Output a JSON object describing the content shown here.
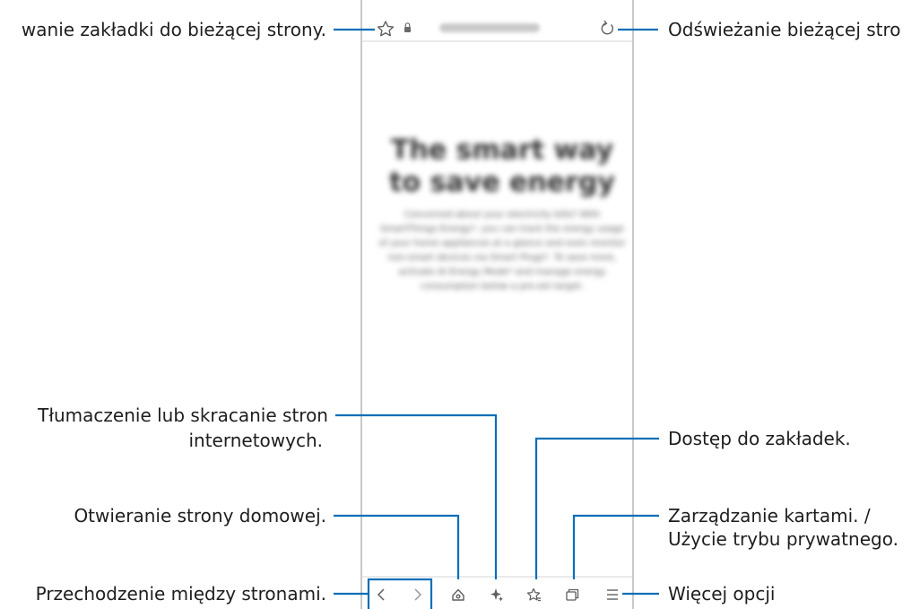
{
  "browser": {
    "url": "www.samsung.com",
    "page_heading": "The smart way to save energy",
    "page_body": "Concerned about your electricity bills? With SmartThings Energy*, you can track the energy usage of your home appliances at a glance and even monitor non-smart devices via Smart Plugs*. To save more, activate AI Energy Mode* and manage energy consumption below a pre-set target."
  },
  "callouts": {
    "bookmark_add": "wanie zakładki do bieżącej strony.",
    "refresh": "Odświeżanie bieżącej stro",
    "translate": "Tłumaczenie lub skracanie stron",
    "translate_2": "internetowych.",
    "bookmarks": "Dostęp do zakładek.",
    "home": "Otwieranie strony domowej.",
    "tabs": "Zarządzanie kartami. /",
    "tabs_2": "Użycie trybu prywatnego.",
    "navigate": "Przechodzenie między stronami.",
    "more": "Więcej opcji"
  },
  "colors": {
    "accent": "#0a6fb8",
    "frame": "#b5b5b5",
    "icon": "#5f5f5f"
  },
  "icons": [
    "star-icon",
    "lock-icon",
    "refresh-icon",
    "chevron-left-icon",
    "chevron-right-icon",
    "home-icon",
    "sparkle-icon",
    "bookmarks-icon",
    "tabs-icon",
    "menu-icon"
  ]
}
